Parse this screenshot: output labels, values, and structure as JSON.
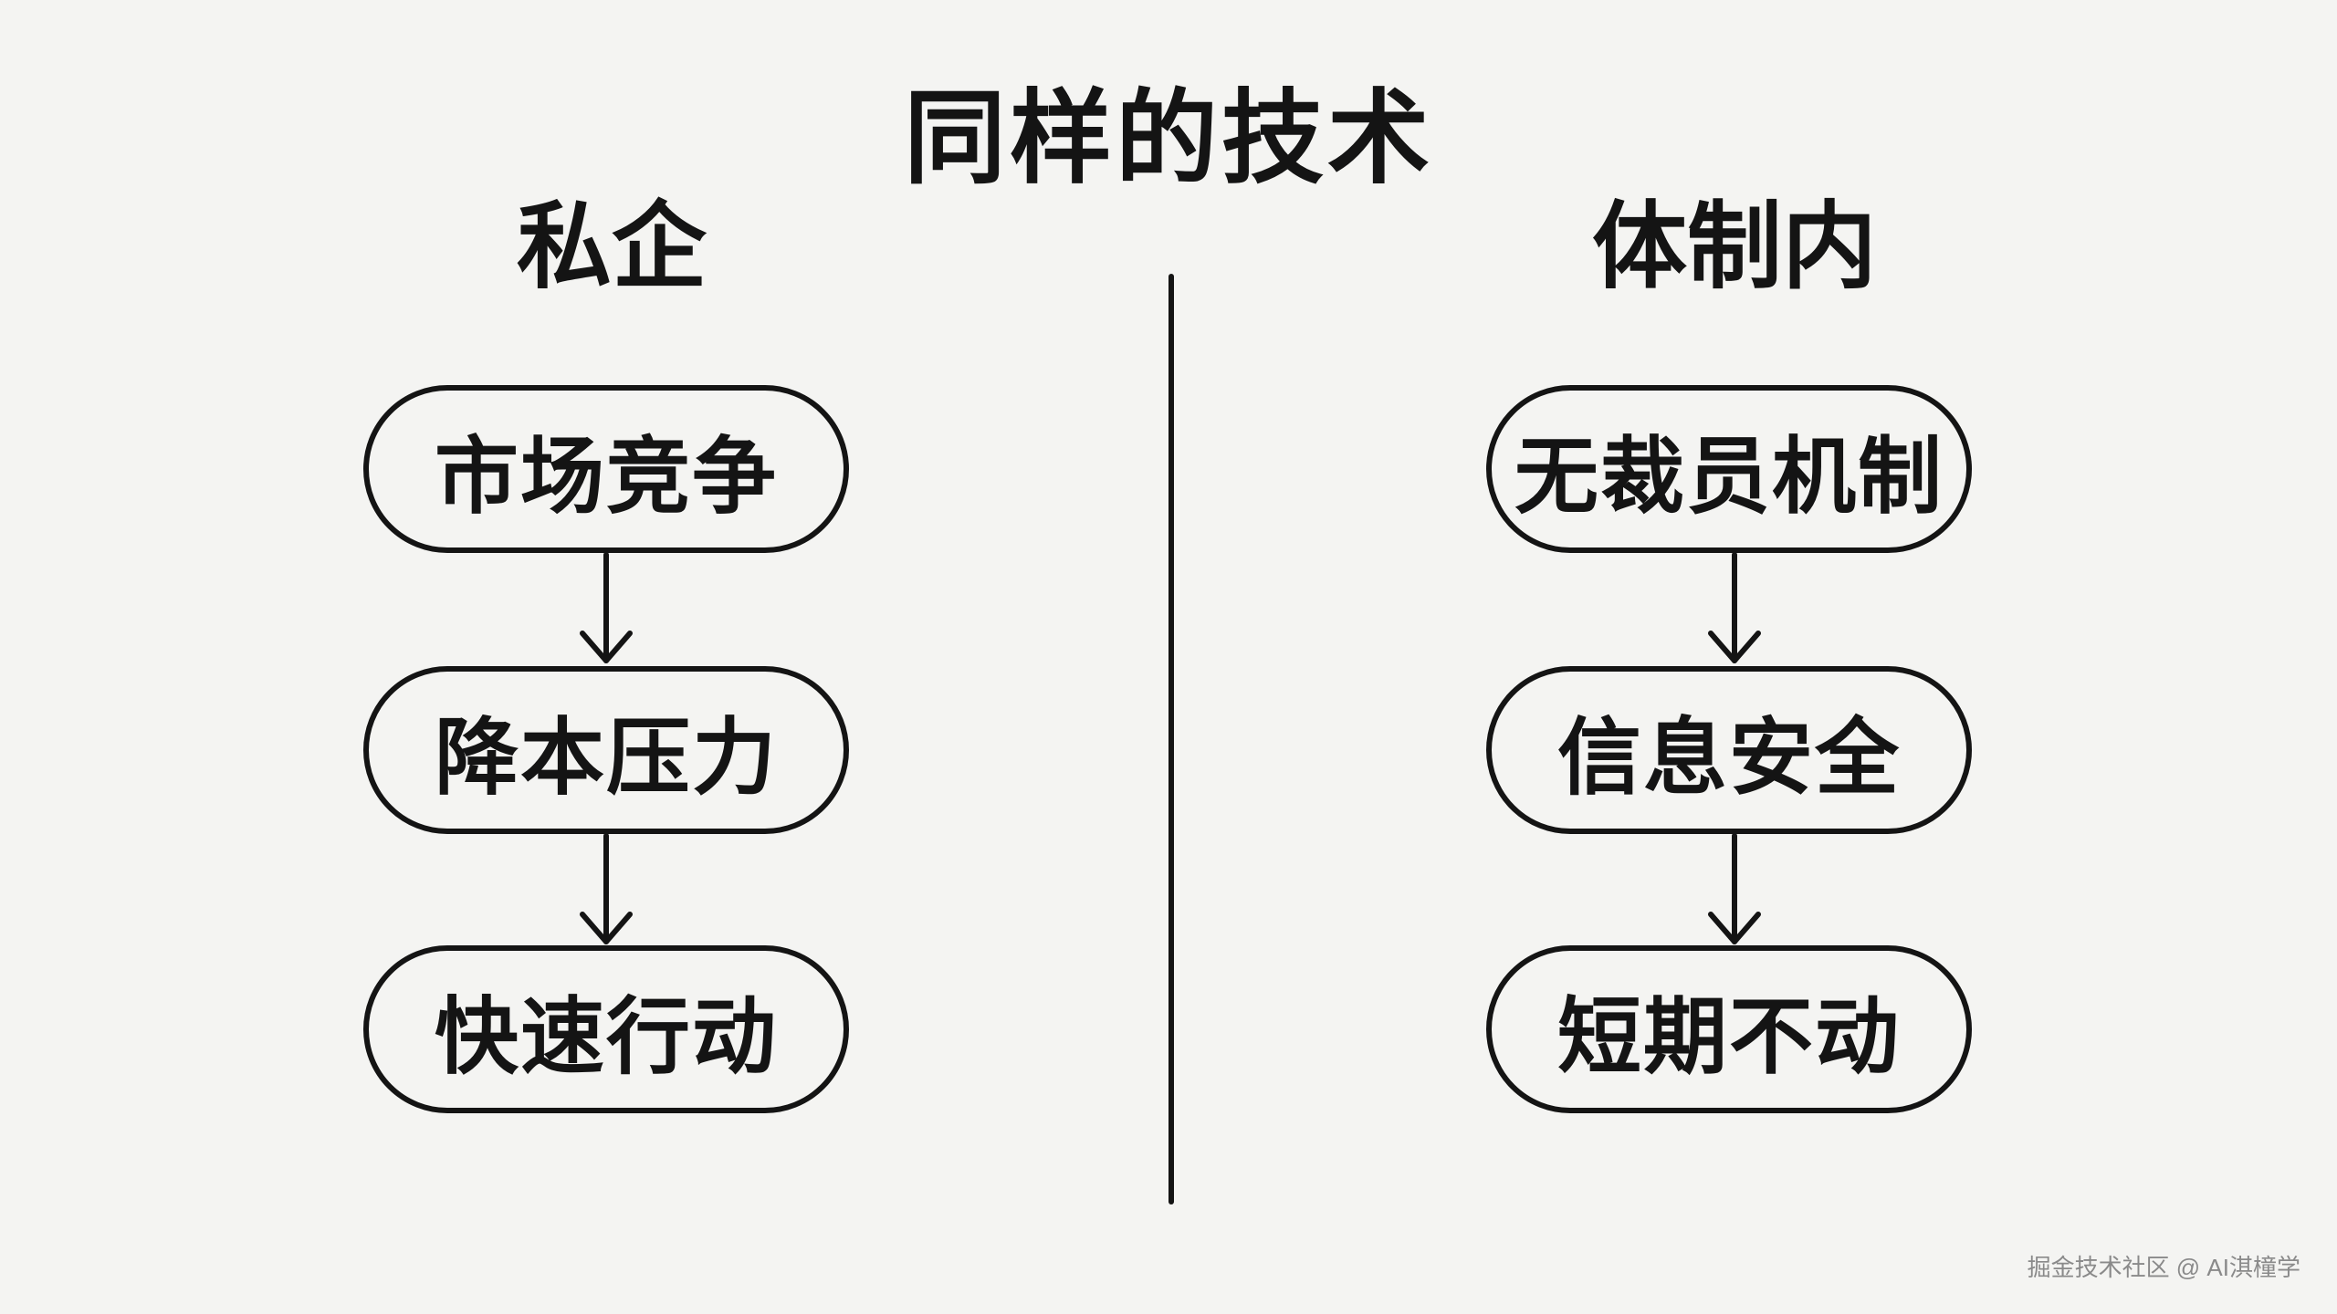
{
  "title": "同样的技术",
  "columns": [
    {
      "heading": "私企",
      "steps": [
        "市场竞争",
        "降本压力",
        "快速行动"
      ]
    },
    {
      "heading": "体制内",
      "steps": [
        "无裁员机制",
        "信息安全",
        "短期不动"
      ]
    }
  ],
  "watermark": "掘金技术社区 @ AI淇橦学",
  "icons": {
    "arrow": "arrow-down-icon"
  },
  "colors": {
    "background": "#f4f4f2",
    "ink": "#141414",
    "watermark": "#8a8a8a"
  }
}
